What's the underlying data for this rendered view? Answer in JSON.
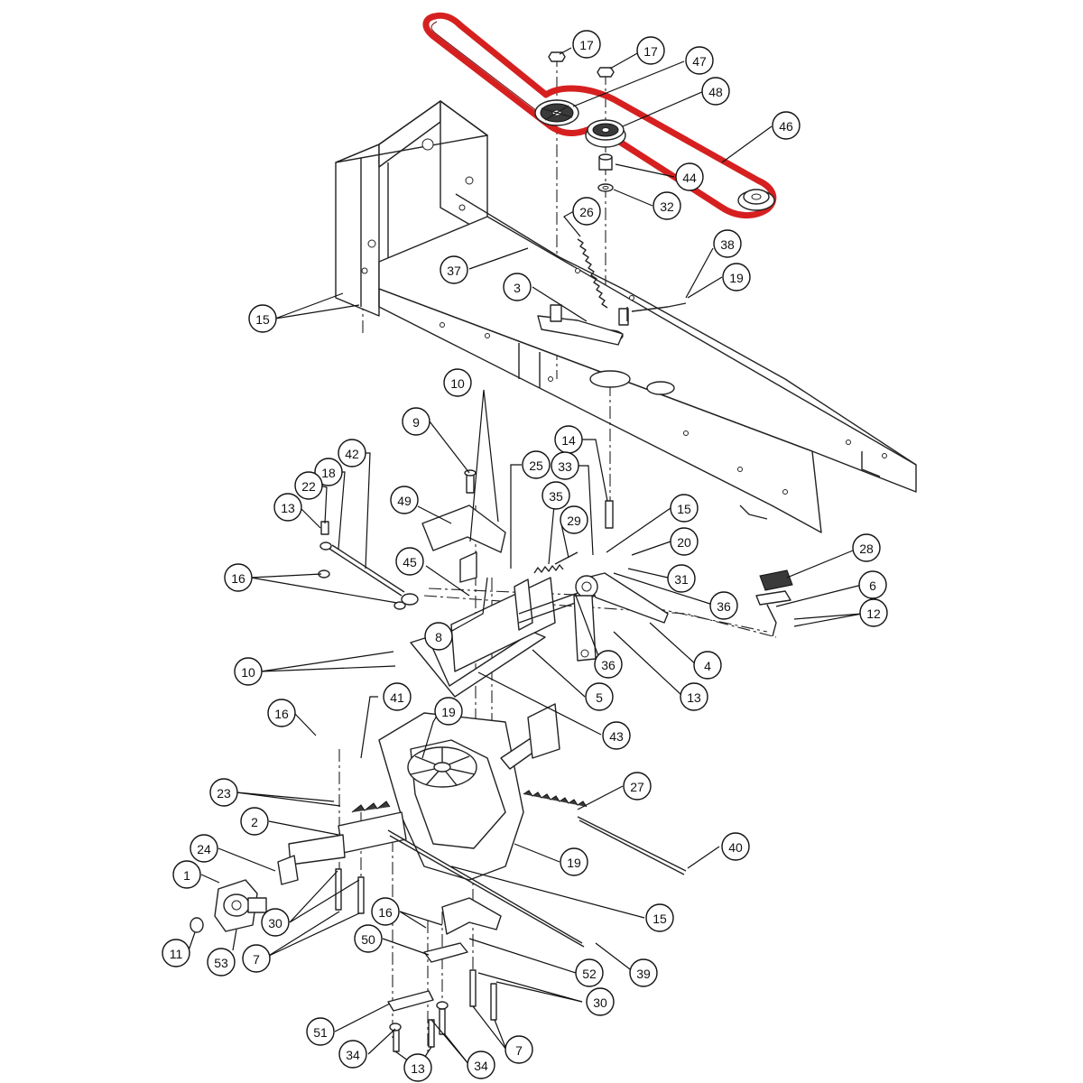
{
  "callouts": [
    {
      "id": "c17a",
      "label": "17"
    },
    {
      "id": "c17b",
      "label": "17"
    },
    {
      "id": "c47",
      "label": "47"
    },
    {
      "id": "c48",
      "label": "48"
    },
    {
      "id": "c46",
      "label": "46"
    },
    {
      "id": "c44",
      "label": "44"
    },
    {
      "id": "c32",
      "label": "32"
    },
    {
      "id": "c26",
      "label": "26"
    },
    {
      "id": "c38",
      "label": "38"
    },
    {
      "id": "c19a",
      "label": "19"
    },
    {
      "id": "c37",
      "label": "37"
    },
    {
      "id": "c3",
      "label": "3"
    },
    {
      "id": "c15a",
      "label": "15"
    },
    {
      "id": "c10a",
      "label": "10"
    },
    {
      "id": "c9",
      "label": "9"
    },
    {
      "id": "c14",
      "label": "14"
    },
    {
      "id": "c42",
      "label": "42"
    },
    {
      "id": "c18",
      "label": "18"
    },
    {
      "id": "c22",
      "label": "22"
    },
    {
      "id": "c13a",
      "label": "13"
    },
    {
      "id": "c25",
      "label": "25"
    },
    {
      "id": "c33",
      "label": "33"
    },
    {
      "id": "c49",
      "label": "49"
    },
    {
      "id": "c35",
      "label": "35"
    },
    {
      "id": "c29",
      "label": "29"
    },
    {
      "id": "c15b",
      "label": "15"
    },
    {
      "id": "c20",
      "label": "20"
    },
    {
      "id": "c28",
      "label": "28"
    },
    {
      "id": "c16a",
      "label": "16"
    },
    {
      "id": "c45",
      "label": "45"
    },
    {
      "id": "c31",
      "label": "31"
    },
    {
      "id": "c6",
      "label": "6"
    },
    {
      "id": "c36a",
      "label": "36"
    },
    {
      "id": "c12",
      "label": "12"
    },
    {
      "id": "c8",
      "label": "8"
    },
    {
      "id": "c36b",
      "label": "36"
    },
    {
      "id": "c4",
      "label": "4"
    },
    {
      "id": "c10b",
      "label": "10"
    },
    {
      "id": "c13b",
      "label": "13"
    },
    {
      "id": "c5",
      "label": "5"
    },
    {
      "id": "c41",
      "label": "41"
    },
    {
      "id": "c16b",
      "label": "16"
    },
    {
      "id": "c19b",
      "label": "19"
    },
    {
      "id": "c43",
      "label": "43"
    },
    {
      "id": "c27",
      "label": "27"
    },
    {
      "id": "c23",
      "label": "23"
    },
    {
      "id": "c2",
      "label": "2"
    },
    {
      "id": "c24",
      "label": "24"
    },
    {
      "id": "c40",
      "label": "40"
    },
    {
      "id": "c19c",
      "label": "19"
    },
    {
      "id": "c1",
      "label": "1"
    },
    {
      "id": "c30a",
      "label": "30"
    },
    {
      "id": "c15c",
      "label": "15"
    },
    {
      "id": "c16c",
      "label": "16"
    },
    {
      "id": "c11",
      "label": "11"
    },
    {
      "id": "c53",
      "label": "53"
    },
    {
      "id": "c7a",
      "label": "7"
    },
    {
      "id": "c50",
      "label": "50"
    },
    {
      "id": "c52",
      "label": "52"
    },
    {
      "id": "c39",
      "label": "39"
    },
    {
      "id": "c30b",
      "label": "30"
    },
    {
      "id": "c51",
      "label": "51"
    },
    {
      "id": "c7b",
      "label": "7"
    },
    {
      "id": "c34a",
      "label": "34"
    },
    {
      "id": "c13c",
      "label": "13"
    },
    {
      "id": "c34b",
      "label": "34"
    }
  ],
  "colors": {
    "belt": "#d62020",
    "line": "#222222",
    "background": "#ffffff"
  }
}
